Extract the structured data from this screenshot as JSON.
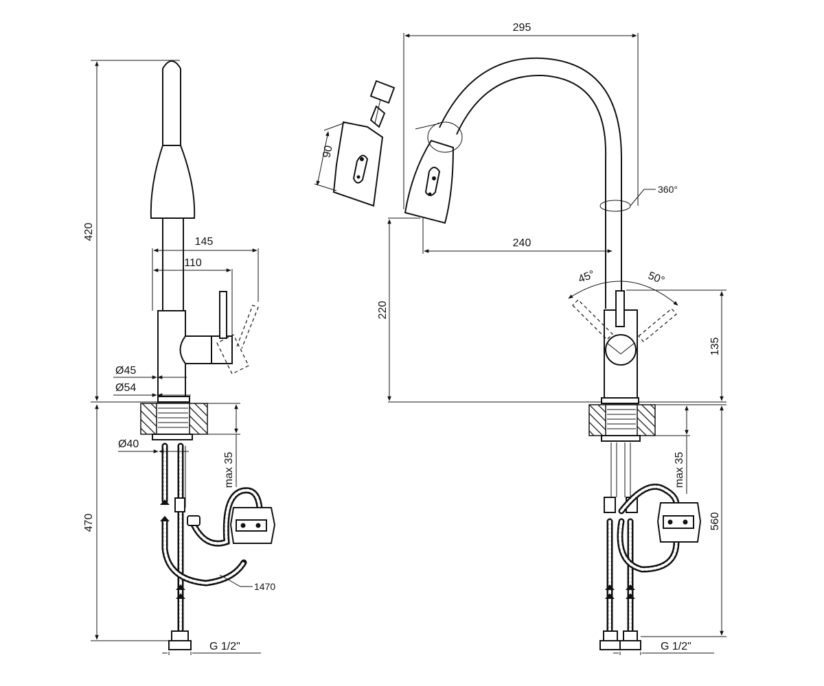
{
  "left_view": {
    "height_total": "420",
    "reach_145": "145",
    "reach_110": "110",
    "dia_45": "Ø45",
    "dia_54": "Ø54",
    "dia_40": "Ø40",
    "below_470": "470",
    "max_35": "max 35",
    "hose_1470": "1470",
    "thread": "G 1/2\""
  },
  "head_detail": {
    "len_90": "90"
  },
  "right_view": {
    "reach_295": "295",
    "reach_240": "240",
    "height_220": "220",
    "rotation_360": "360°",
    "angle_45": "45°",
    "angle_50": "50°",
    "height_135": "135",
    "max_35": "max 35",
    "below_560": "560",
    "thread": "G 1/2\""
  }
}
